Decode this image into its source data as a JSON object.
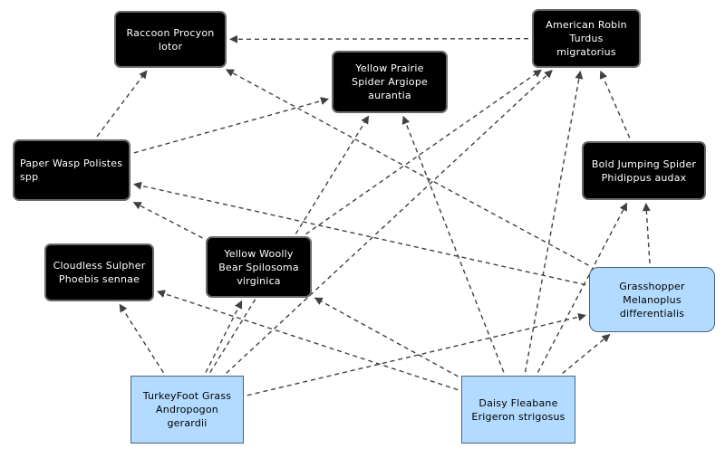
{
  "colors": {
    "producer_fill": "#b3dbff",
    "consumer_fill": "#000000",
    "arrow": "#404040"
  },
  "nodes": {
    "raccoon": "Raccoon Procyon\nlotor",
    "robin": "American Robin\nTurdus\nmigratorius",
    "yellow_prairie_spider": "Yellow Prairie\nSpider Argiope\naurantia",
    "paper_wasp": "Paper Wasp Polistes\nspp",
    "bold_jumping_spider": "Bold Jumping Spider\nPhidippus audax",
    "cloudless_sulpher": "Cloudless Sulpher\nPhoebis sennae",
    "yellow_woolly_bear": "Yellow Woolly\nBear Spilosoma\nvirginica",
    "grasshopper": "Grasshopper\nMelanoplus\ndifferentialis",
    "turkeyfoot_grass": "TurkeyFoot Grass\nAndropogon\ngerardii",
    "daisy_fleabane": "Daisy Fleabane\nErigeron strigosus"
  },
  "edges": [
    [
      "robin",
      "raccoon"
    ],
    [
      "paper_wasp",
      "raccoon"
    ],
    [
      "grasshopper",
      "raccoon"
    ],
    [
      "bold_jumping_spider",
      "robin"
    ],
    [
      "paper_wasp",
      "yellow_prairie_spider"
    ],
    [
      "grasshopper",
      "paper_wasp"
    ],
    [
      "yellow_woolly_bear",
      "paper_wasp"
    ],
    [
      "daisy_fleabane",
      "yellow_woolly_bear"
    ],
    [
      "daisy_fleabane",
      "yellow_prairie_spider"
    ],
    [
      "daisy_fleabane",
      "cloudless_sulpher"
    ],
    [
      "daisy_fleabane",
      "robin"
    ],
    [
      "daisy_fleabane",
      "grasshopper"
    ],
    [
      "daisy_fleabane",
      "bold_jumping_spider"
    ],
    [
      "turkeyfoot_grass",
      "cloudless_sulpher"
    ],
    [
      "turkeyfoot_grass",
      "yellow_woolly_bear"
    ],
    [
      "turkeyfoot_grass",
      "robin"
    ],
    [
      "turkeyfoot_grass",
      "yellow_prairie_spider"
    ],
    [
      "turkeyfoot_grass",
      "grasshopper"
    ],
    [
      "grasshopper",
      "bold_jumping_spider"
    ],
    [
      "yellow_woolly_bear",
      "robin"
    ]
  ]
}
